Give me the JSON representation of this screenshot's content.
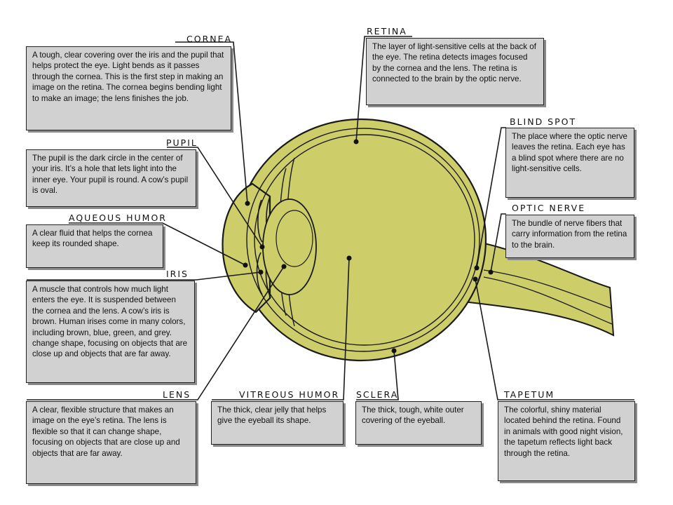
{
  "parts": {
    "cornea": {
      "title": "CORNEA",
      "text": "A tough, clear covering over the iris and the pupil that helps protect the eye.  Light bends as it passes through the cornea. This is the first step in making an image on the retina. The cornea begins bending light to make an image; the lens finishes the job."
    },
    "pupil": {
      "title": "PUPIL",
      "text": "The pupil is the dark circle in the center of your iris. It’s a hole that lets light into the inner eye. Your pupil is round. A cow’s pupil is oval."
    },
    "aqueous_humor": {
      "title": "AQUEOUS HUMOR",
      "text": "A clear  fluid that helps the cornea keep its rounded shape."
    },
    "iris": {
      "title": "IRIS",
      "text": "A muscle that controls how much light enters the eye. It is suspended between the  cornea and the lens. A cow’s iris is brown. Human irises come in many colors, including brown, blue, green, and grey. change shape, focusing on objects that are close up and objects that are far away."
    },
    "lens": {
      "title": "LENS",
      "text": "A clear, flexible structure that makes an image on the eye’s retina. The lens is flexible so that it can change shape, focusing on objects that are close up and objects that are far away."
    },
    "vitreous_humor": {
      "title": "VITREOUS HUMOR",
      "text": "The thick, clear jelly that helps give the eyeball its shape."
    },
    "sclera": {
      "title": "SCLERA",
      "text": "The thick, tough, white outer covering of the eyeball."
    },
    "tapetum": {
      "title": "TAPETUM",
      "text": "The colorful, shiny material located behind the retina. Found in animals with good night vision, the tapetum reflects light back through the retina."
    },
    "retina": {
      "title": "RETINA",
      "text": "The layer of light-sensitive cells at the back of the eye. The retina detects images focused by the cornea and the lens. The retina is connected to the brain by the optic nerve."
    },
    "blind_spot": {
      "title": "BLIND SPOT",
      "text": "The place where the optic nerve leaves the retina. Each eye has a blind spot where there are no light-sensitive cells."
    },
    "optic_nerve": {
      "title": "OPTIC NERVE",
      "text": "The bundle of nerve fibers that carry information from the retina to the brain."
    }
  },
  "colors": {
    "eye_fill": "#cdcd6a",
    "box_fill": "#d1d1d1",
    "outline": "#1a1a1a"
  }
}
